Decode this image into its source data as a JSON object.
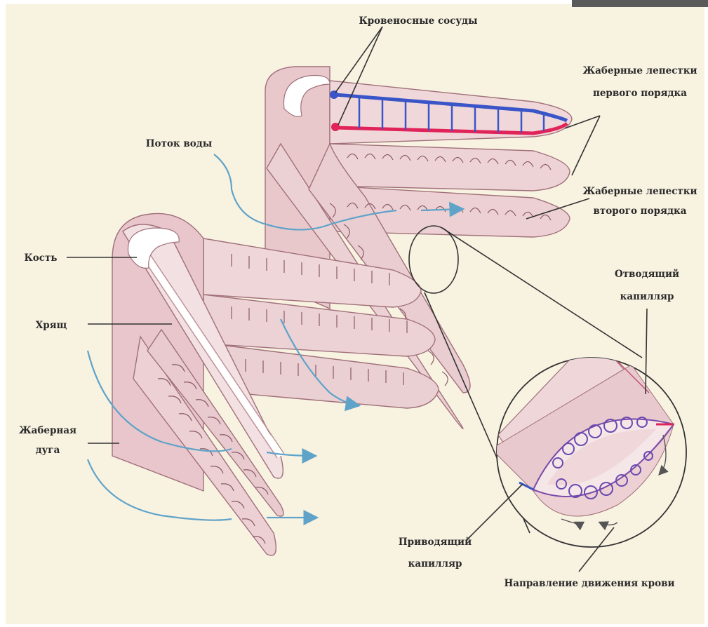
{
  "colors": {
    "background": "#f8f2e1",
    "tissue": "#f0d8da",
    "tissue_dark": "#e6c1c6",
    "bone": "#ffffff",
    "vessel_afferent": "#3a55c8",
    "vessel_efferent": "#e0245a",
    "water_flow": "#5fa3c8"
  },
  "labels": {
    "blood_vessels": "Кровеносные сосуды",
    "primary_lamellae_1": "Жаберные лепестки",
    "primary_lamellae_2": "первого порядка",
    "secondary_lamellae_1": "Жаберные лепестки",
    "secondary_lamellae_2": "второго порядка",
    "water_flow": "Поток воды",
    "bone": "Кость",
    "cartilage": "Хрящ",
    "gill_arch_1": "Жаберная",
    "gill_arch_2": "дуга",
    "efferent_1": "Отводящий",
    "efferent_2": "капилляр",
    "afferent_1": "Приводящий",
    "afferent_2": "капилляр",
    "blood_direction": "Направление движения крови"
  },
  "icons": [
    "water-flow-arrow-icon",
    "blood-direction-arrow-icon"
  ]
}
